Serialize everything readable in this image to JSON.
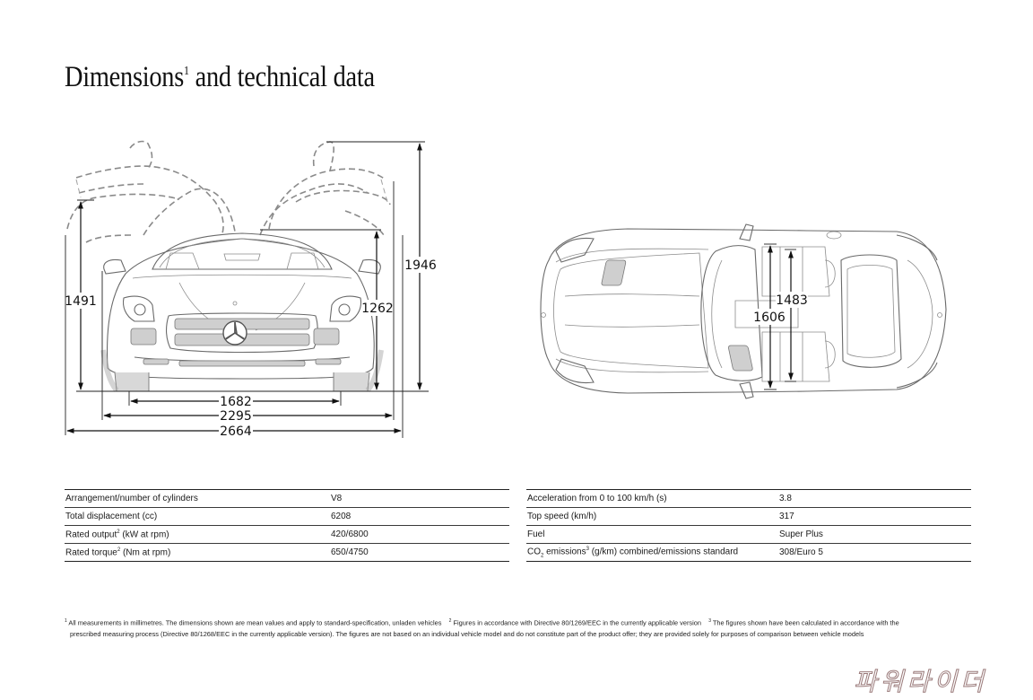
{
  "page": {
    "title": "Dimensions",
    "title_sup": "1",
    "title_rest": " and technical data"
  },
  "front_view": {
    "dimensions": {
      "door_open_height": "1946",
      "height_to_mirror_line": "1491",
      "vehicle_height": "1262",
      "track_width": "1682",
      "width_with_mirrors": "2295",
      "width_doors_open": "2664"
    }
  },
  "top_view": {
    "dimensions": {
      "width_outer": "1606",
      "width_inner": "1483"
    }
  },
  "tables": {
    "left": [
      {
        "label": "Arrangement/number of cylinders",
        "sup": "",
        "label_rest": "",
        "value": "V8"
      },
      {
        "label": "Total displacement (cc)",
        "sup": "",
        "label_rest": "",
        "value": "6208"
      },
      {
        "label": "Rated output",
        "sup": "2",
        "label_rest": " (kW at rpm)",
        "value": "420/6800"
      },
      {
        "label": "Rated torque",
        "sup": "2",
        "label_rest": " (Nm at rpm)",
        "value": "650/4750"
      }
    ],
    "right": [
      {
        "label": "Acceleration from 0 to 100 km/h (s)",
        "sub": "",
        "sup": "",
        "label_rest": "",
        "value": "3.8"
      },
      {
        "label": "Top speed (km/h)",
        "sub": "",
        "sup": "",
        "label_rest": "",
        "value": "317"
      },
      {
        "label": "Fuel",
        "sub": "",
        "sup": "",
        "label_rest": "",
        "value": "Super Plus"
      },
      {
        "label": "CO",
        "sub": "2",
        "sup": "3",
        "label_rest": " (g/km) combined/emissions standard",
        "label_mid": " emissions",
        "value": "308/Euro 5"
      }
    ]
  },
  "footnotes": {
    "n1_mark": "1",
    "n1": " All measurements in millimetres. The dimensions shown are mean values and apply to standard-specification, unladen vehicles",
    "n2_mark": "2",
    "n2": " Figures in accordance with Directive 80/1269/EEC in the currently applicable version",
    "n3_mark": "3",
    "n3": " The figures shown have been calculated in accordance with the",
    "n3_cont": "prescribed measuring process (Directive 80/1268/EEC in the currently applicable version). The figures are not based on an individual vehicle model and do not constitute part of the product offer; they are provided solely for purposes of comparison between vehicle models"
  },
  "watermark": {
    "text": "파워라이더"
  }
}
